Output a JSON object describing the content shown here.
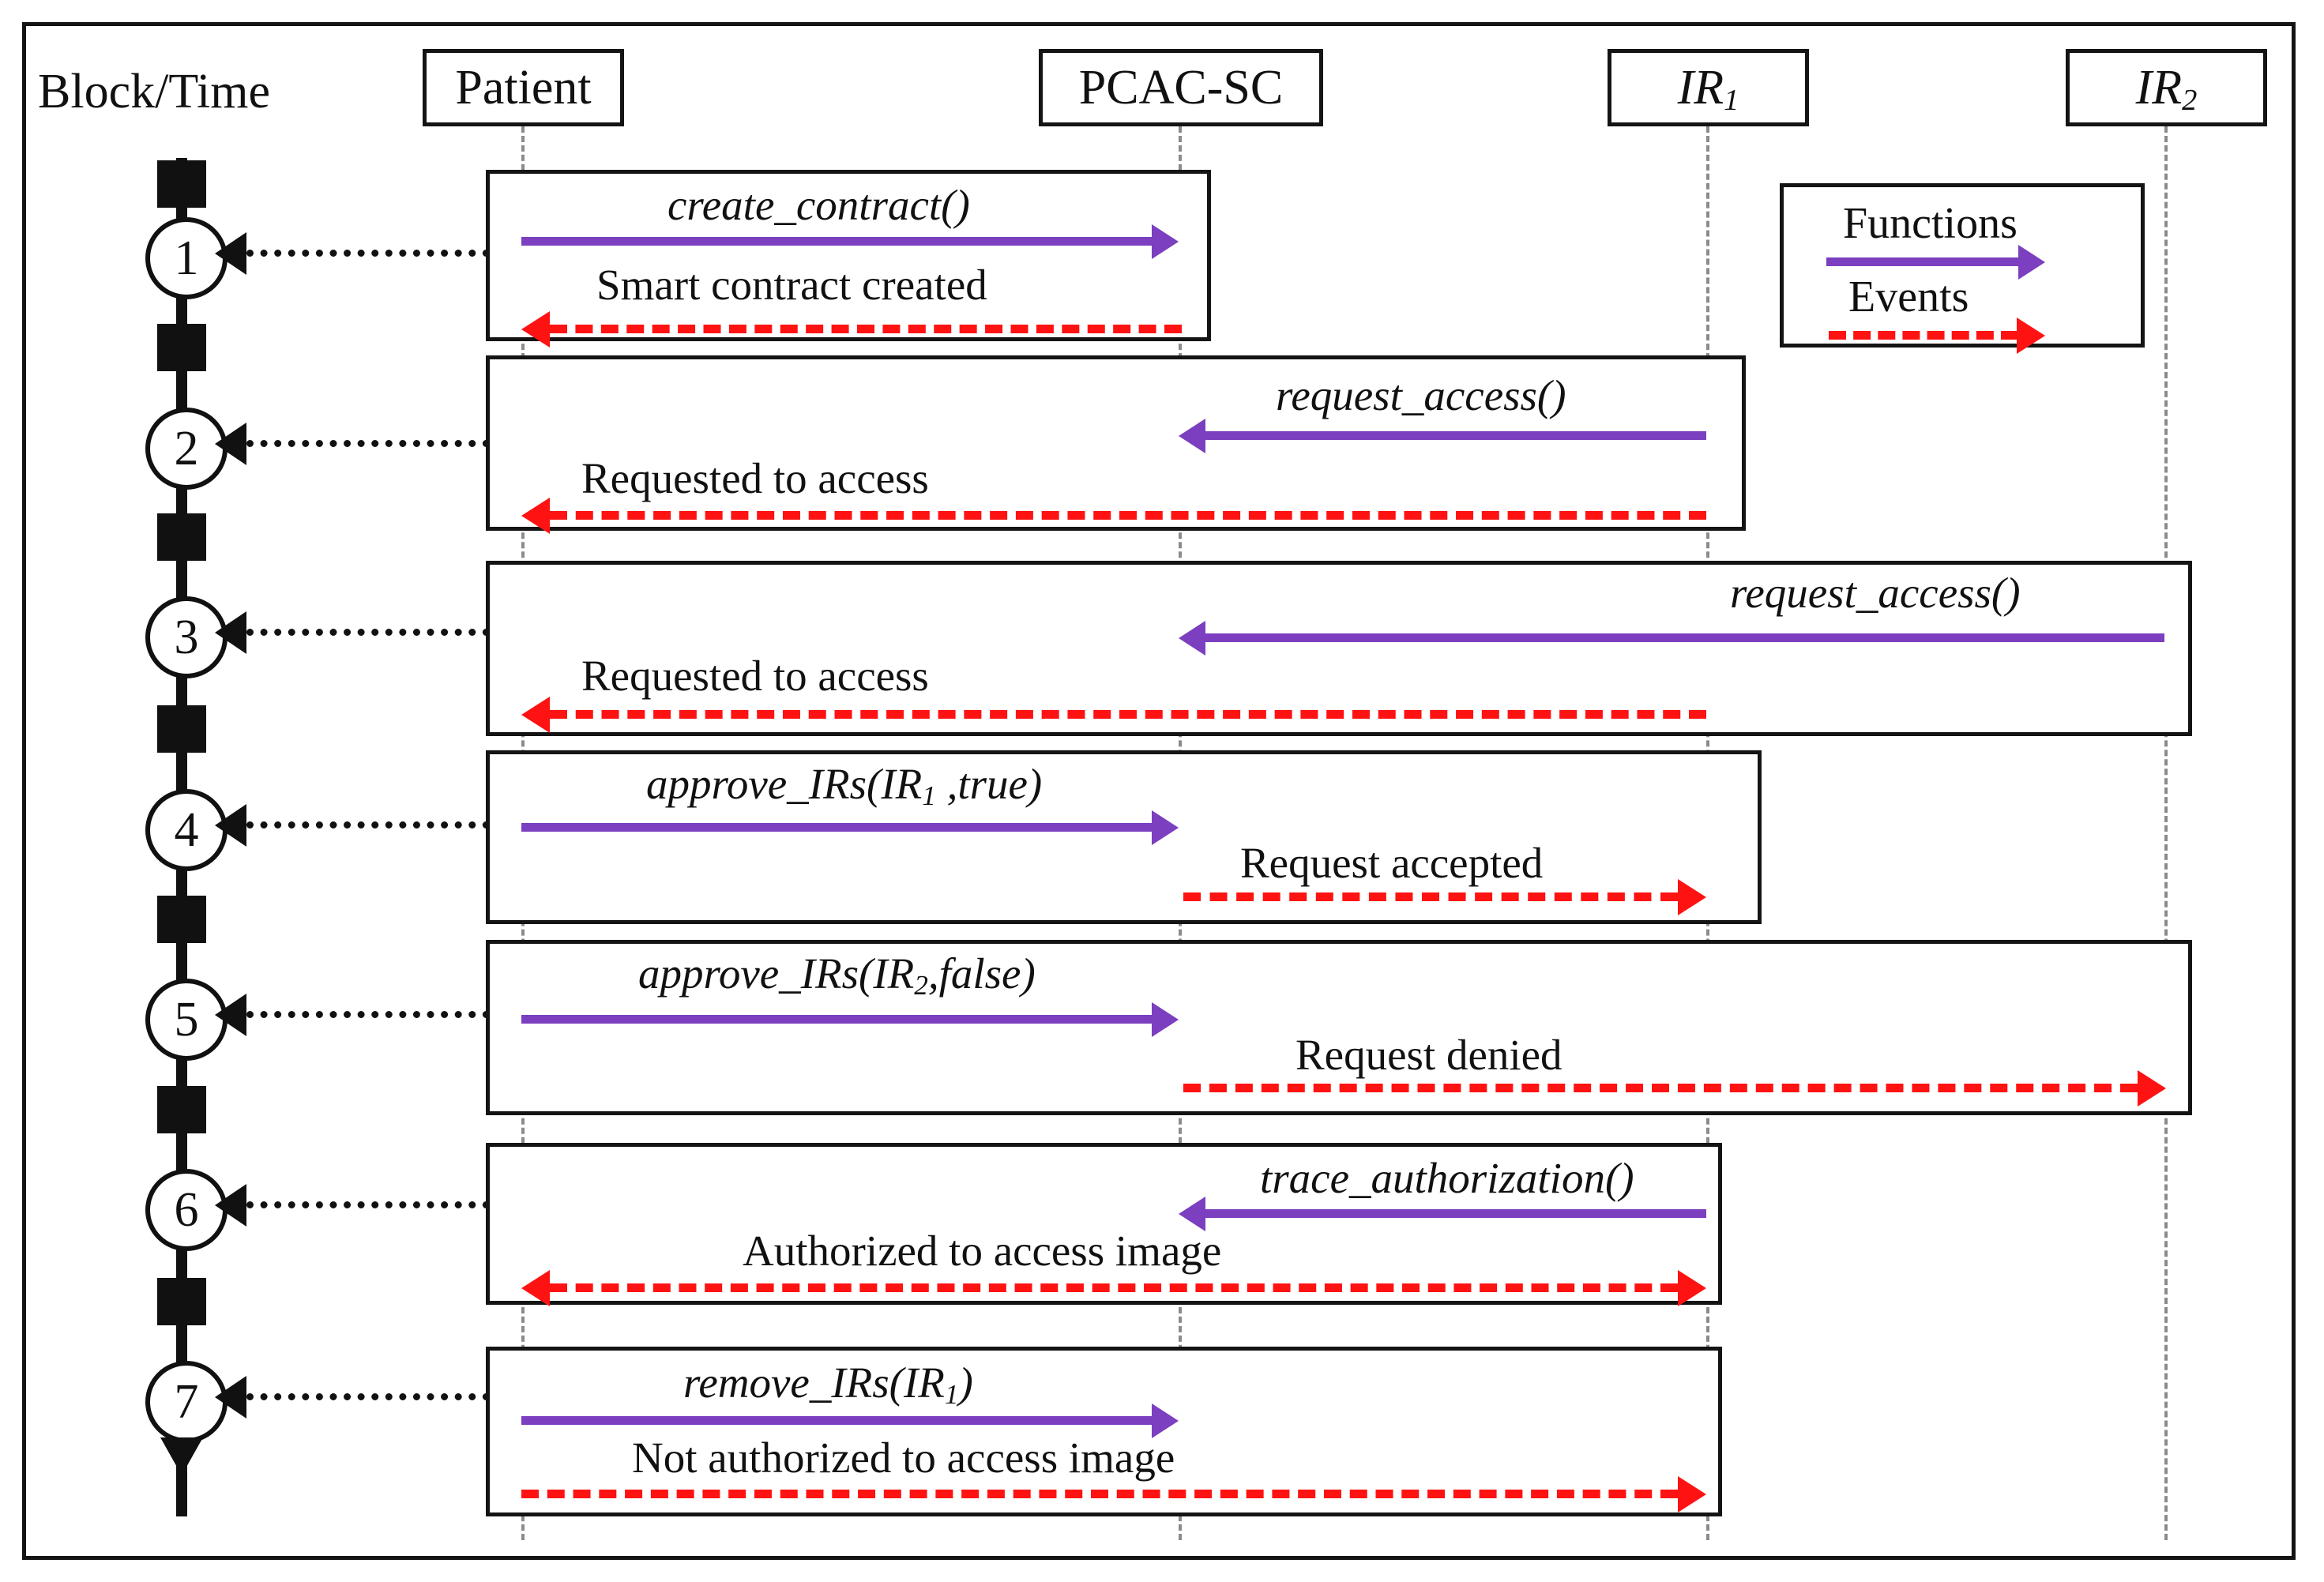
{
  "diagram": {
    "title": "Block/Time",
    "type": "sequence-diagram",
    "colors": {
      "function_arrow": "#7B3FBF",
      "event_arrow": "#FF1212",
      "frame": "#141414",
      "lifeline": "#8B8B8B",
      "timeline": "#111111"
    },
    "actors": [
      {
        "id": "patient",
        "label": "Patient",
        "italic": false,
        "sub": ""
      },
      {
        "id": "pcac-sc",
        "label": "PCAC-SC",
        "italic": false,
        "sub": ""
      },
      {
        "id": "ir1",
        "label": "IR",
        "italic": true,
        "sub": "1"
      },
      {
        "id": "ir2",
        "label": "IR",
        "italic": true,
        "sub": "2"
      }
    ],
    "legend": {
      "functions_label": "Functions",
      "events_label": "Events"
    },
    "timeline": {
      "steps": [
        "1",
        "2",
        "3",
        "4",
        "5",
        "6",
        "7"
      ]
    },
    "blocks": [
      {
        "number": "1",
        "function_label": "create_contract()",
        "function_from": "patient",
        "function_to": "pcac-sc",
        "event_label": "Smart contract created",
        "event_from": "pcac-sc",
        "event_to": "patient",
        "event_direction": "left"
      },
      {
        "number": "2",
        "function_label": "request_access()",
        "function_from": "ir1",
        "function_to": "pcac-sc",
        "event_label": "Requested to access",
        "event_from": "ir1",
        "event_to": "patient",
        "event_direction": "left"
      },
      {
        "number": "3",
        "function_label": "request_access()",
        "function_from": "ir2",
        "function_to": "pcac-sc",
        "event_label": "Requested to access",
        "event_from": "ir2",
        "event_to": "patient",
        "event_direction": "left"
      },
      {
        "number": "4",
        "function_label": "approve_IRs(IR1 ,true)",
        "function_label_pre": "approve_IRs(IR",
        "function_label_sub": "1",
        "function_label_post": " ,true)",
        "function_from": "patient",
        "function_to": "pcac-sc",
        "event_label": "Request  accepted",
        "event_from": "pcac-sc",
        "event_to": "ir1",
        "event_direction": "right"
      },
      {
        "number": "5",
        "function_label": "approve_IRs(IR2,false)",
        "function_label_pre": "approve_IRs(IR",
        "function_label_sub": "2",
        "function_label_post": ",false)",
        "function_from": "patient",
        "function_to": "pcac-sc",
        "event_label": "Request denied",
        "event_from": "pcac-sc",
        "event_to": "ir2",
        "event_direction": "right"
      },
      {
        "number": "6",
        "function_label": "trace_authorization()",
        "function_from": "ir1",
        "function_to": "pcac-sc",
        "event_label": "Authorized to access image",
        "event_from": "patient",
        "event_to": "ir1",
        "event_direction": "both"
      },
      {
        "number": "7",
        "function_label": "remove_IRs(IR1)",
        "function_label_pre": "remove_IRs(IR",
        "function_label_sub": "1",
        "function_label_post": ")",
        "function_from": "patient",
        "function_to": "pcac-sc",
        "event_label": "Not authorized to access image",
        "event_from": "patient",
        "event_to": "ir1",
        "event_direction": "right"
      }
    ]
  }
}
